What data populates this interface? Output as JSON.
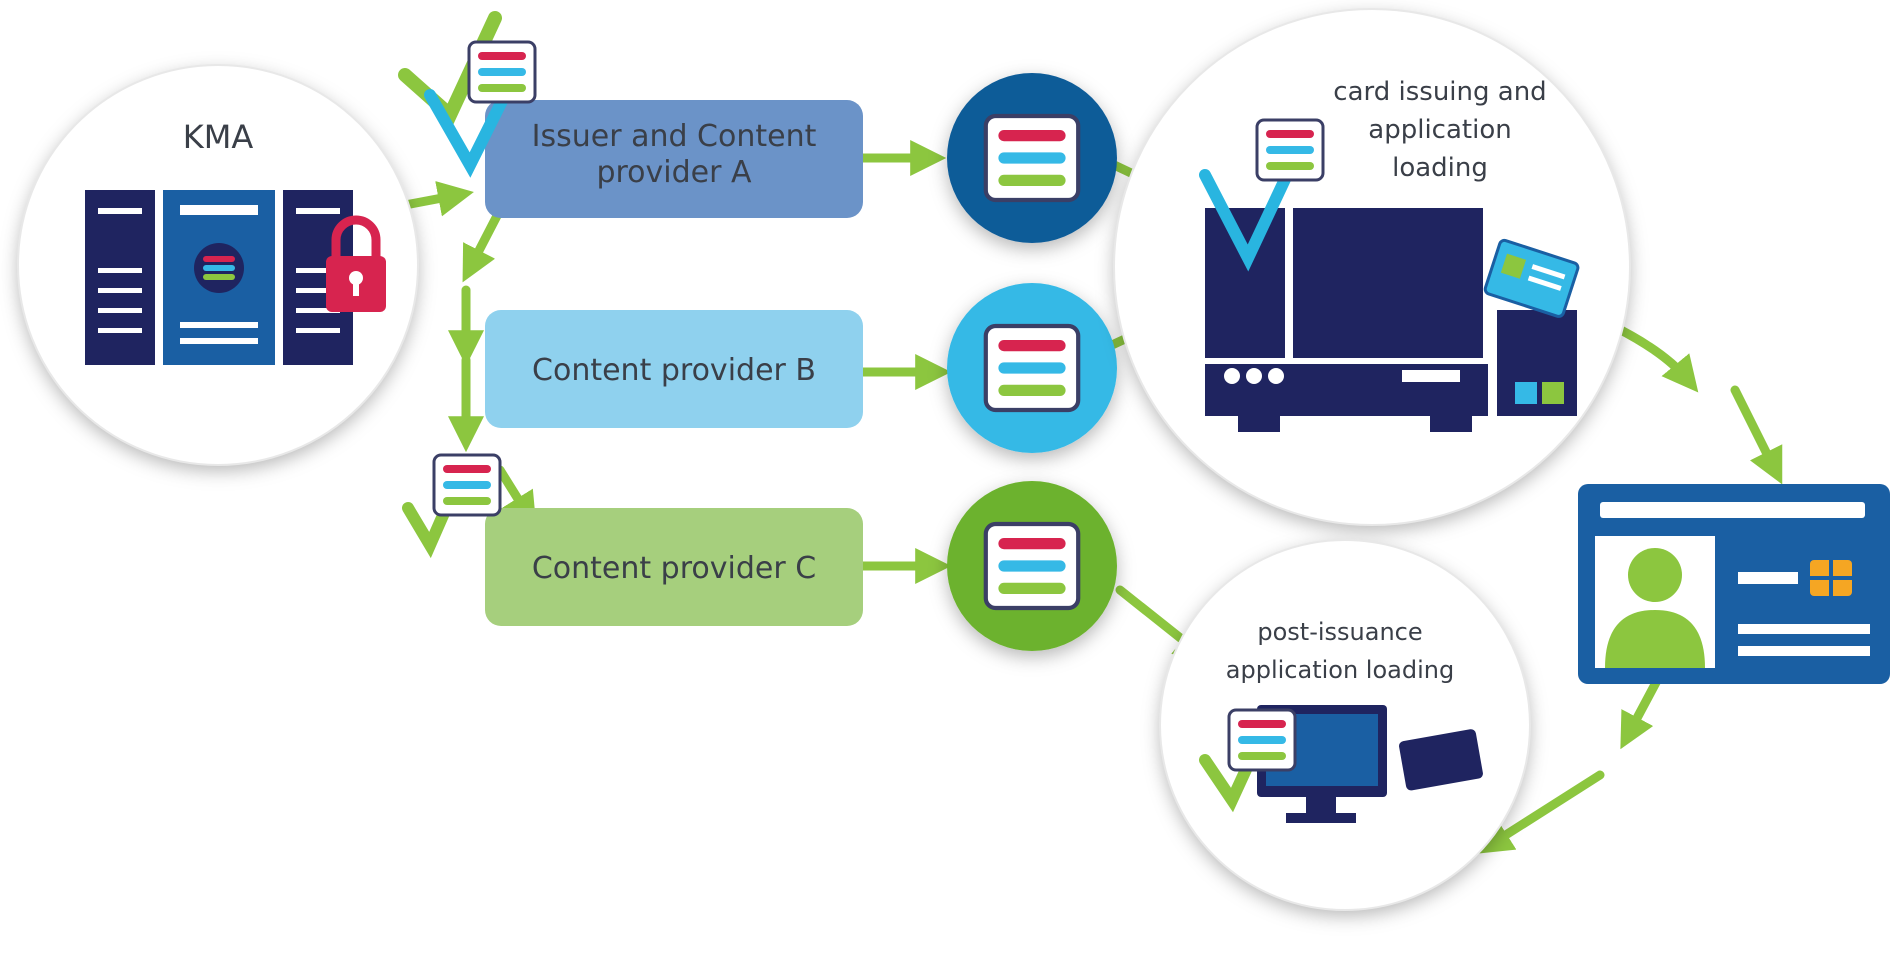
{
  "kma": {
    "label": "KMA"
  },
  "providers": [
    {
      "line1": "Issuer and Content",
      "line2": "provider A"
    },
    {
      "line1": "Content provider B",
      "line2": ""
    },
    {
      "line1": "Content provider C",
      "line2": ""
    }
  ],
  "card_issuing": {
    "line1": "card issuing and",
    "line2": "application",
    "line3": "loading"
  },
  "post_issuance": {
    "line1": "post-issuance",
    "line2": "application loading"
  },
  "colors": {
    "navy": "#1f2460",
    "royal_blue": "#1a5fa3",
    "provider_a": "#6b93c8",
    "provider_b": "#8fd1ee",
    "provider_c": "#a6cf7d",
    "circle_a": "#0f5b98",
    "circle_b": "#35b9e6",
    "circle_c": "#6cb22d",
    "arrow_green": "#8cc63f",
    "check_cyan": "#29b5e0",
    "lock_red": "#d7244f",
    "stripe_red": "#d7244f",
    "stripe_cyan": "#35b9e6",
    "stripe_green": "#8cc63f"
  },
  "icons": [
    "server-icon",
    "lock-icon",
    "checkmark-icon",
    "application-icon",
    "card-printer-icon",
    "id-card-icon",
    "chip-icon",
    "person-icon",
    "monitor-icon",
    "arrow-icon"
  ]
}
